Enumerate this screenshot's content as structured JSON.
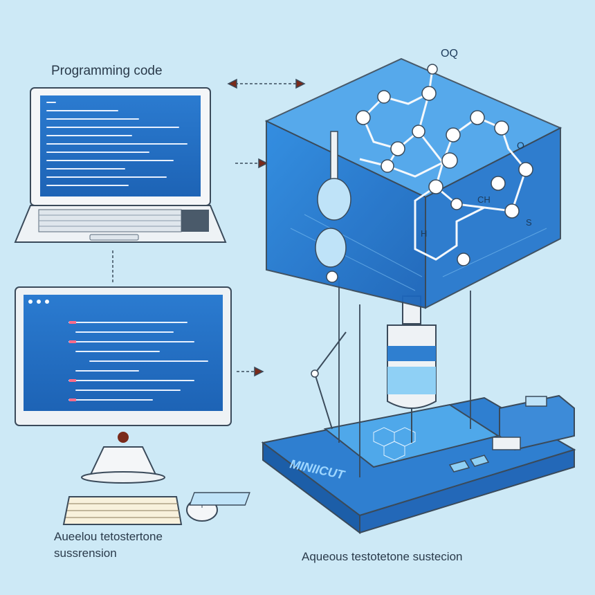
{
  "labels": {
    "programming_code": "Programming code",
    "left_caption_line1": "Aueelou tetostertone",
    "left_caption_line2": "sussrension",
    "bottom_caption": "Aqueous testotetone sustecion",
    "device_brand": "MINIICUT",
    "molecule_top": "OQ",
    "atom_o": "O",
    "atom_ch": "CH",
    "atom_h": "H",
    "atom_s": "S"
  },
  "colors": {
    "background": "#cde9f6",
    "accent_blue": "#2f7fd0",
    "dark_blue": "#1c5ea8",
    "outline": "#3a4a5a"
  }
}
